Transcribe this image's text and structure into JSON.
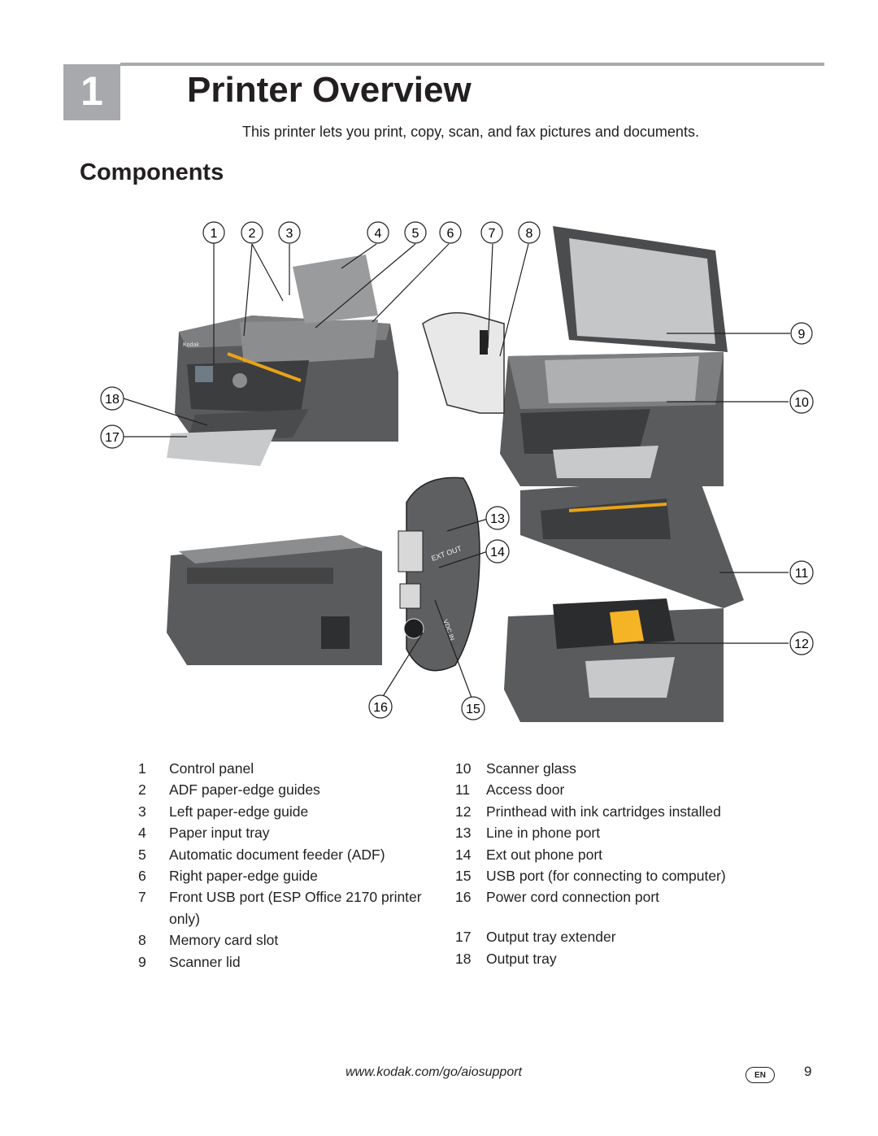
{
  "chapter": {
    "number": "1",
    "title": "Printer Overview"
  },
  "intro": "This printer lets you print, copy, scan, and fax pictures and documents.",
  "section_title": "Components",
  "callouts": [
    "1",
    "2",
    "3",
    "4",
    "5",
    "6",
    "7",
    "8",
    "9",
    "10",
    "11",
    "12",
    "13",
    "14",
    "15",
    "16",
    "17",
    "18"
  ],
  "printer_labels": {
    "brand": "Kodak",
    "ext_out": "EXT OUT",
    "dc_in": "VDC IN"
  },
  "legend_left": [
    {
      "num": "1",
      "label": "Control panel"
    },
    {
      "num": "2",
      "label": "ADF paper-edge guides"
    },
    {
      "num": "3",
      "label": "Left paper-edge guide"
    },
    {
      "num": "4",
      "label": "Paper input tray"
    },
    {
      "num": "5",
      "label": "Automatic document feeder (ADF)"
    },
    {
      "num": "6",
      "label": "Right paper-edge guide"
    },
    {
      "num": "7",
      "label": "Front USB port (ESP Office 2170 printer only)"
    },
    {
      "num": "8",
      "label": "Memory card slot"
    },
    {
      "num": "9",
      "label": "Scanner lid"
    }
  ],
  "legend_right": [
    {
      "num": "10",
      "label": "Scanner glass"
    },
    {
      "num": "11",
      "label": "Access door"
    },
    {
      "num": "12",
      "label": "Printhead with ink cartridges installed"
    },
    {
      "num": "13",
      "label": "Line in phone port"
    },
    {
      "num": "14",
      "label": "Ext out phone port"
    },
    {
      "num": "15",
      "label": "USB port (for connecting to computer)"
    },
    {
      "num": "16",
      "label": "Power cord connection port"
    },
    {
      "num": "17",
      "label": "Output tray extender"
    },
    {
      "num": "18",
      "label": "Output tray"
    }
  ],
  "footer": {
    "url": "www.kodak.com/go/aiosupport",
    "lang_badge": "EN",
    "page": "9"
  }
}
